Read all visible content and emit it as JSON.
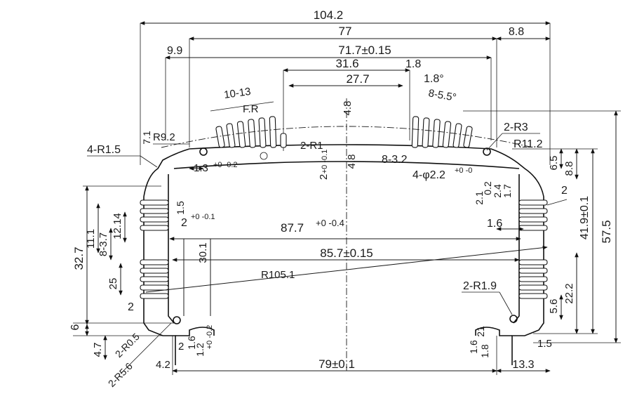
{
  "dimensions": {
    "overall_width": "104.2",
    "inner_width": "77",
    "right_offset": "8.8",
    "left_offset": "9.9",
    "top_span": "71.7±0.15",
    "fin_span": "31.6",
    "fin_span_step": "1.8",
    "top_flat": "27.7",
    "fin_angle": "1.8°",
    "fin_pitch_angle": "8-5.5°",
    "top_fins": "10-13",
    "fr_label": "F.R",
    "top_rise": "4.8",
    "r_left_top": "R9.2",
    "left_corner_radius": "4-R1.5",
    "left_small": "7.1",
    "groove_left": "1.3",
    "groove_left_tol": "+0 -0.2",
    "inner_r1": "2-R1",
    "slot_depth": "2",
    "slot_tol": "+0 -0.1",
    "slot_height": "4.8",
    "notch": "8-3.2",
    "hole": "4-φ2.2",
    "hole_tol": "+0 -0",
    "r3": "2-R3",
    "r11": "R11.2",
    "right_6_5": "6.5",
    "right_8_8": "8.8",
    "right_r2": "2",
    "right_2_1": "2.1",
    "right_0_2": "0.2",
    "right_2_4": "2.4",
    "right_1_7": "1.7",
    "height_main": "41.9±0.1",
    "height_total": "57.5",
    "left_height": "32.7",
    "left_11_1": "11.1",
    "left_8_37": "8-3.7",
    "left_12_14": "12.14",
    "left_1_5": "1.5",
    "left_2": "2",
    "left_2_tol": "+0 -0.1",
    "slot_30_1": "30.1",
    "width_87_7": "87.7",
    "width_87_7_tol": "+0 -0.4",
    "right_1_6": "1.6",
    "width_85_7": "85.7±0.15",
    "radius_big": "R105.1",
    "left_25": "25",
    "right_r1_9": "2-R1.9",
    "right_5_6": "5.6",
    "right_22_2": "22.2",
    "left_2b": "2",
    "left_6": "6",
    "left_r05": "2-R0.5",
    "left_4_7": "4.7",
    "left_r5_6": "2-R5.6",
    "bottom_2": "2",
    "bottom_1_6": "1.6",
    "bottom_1_2": "1.2",
    "bottom_1_2_tol": "+0 -0.2",
    "bottom_4_2": "4.2",
    "bottom_79": "79±0.1",
    "bottom_13_3": "13.3",
    "right_2_1b": "21",
    "right_1_6b": "1.6",
    "right_1_8": "1.8",
    "right_1_5": "1.5"
  }
}
